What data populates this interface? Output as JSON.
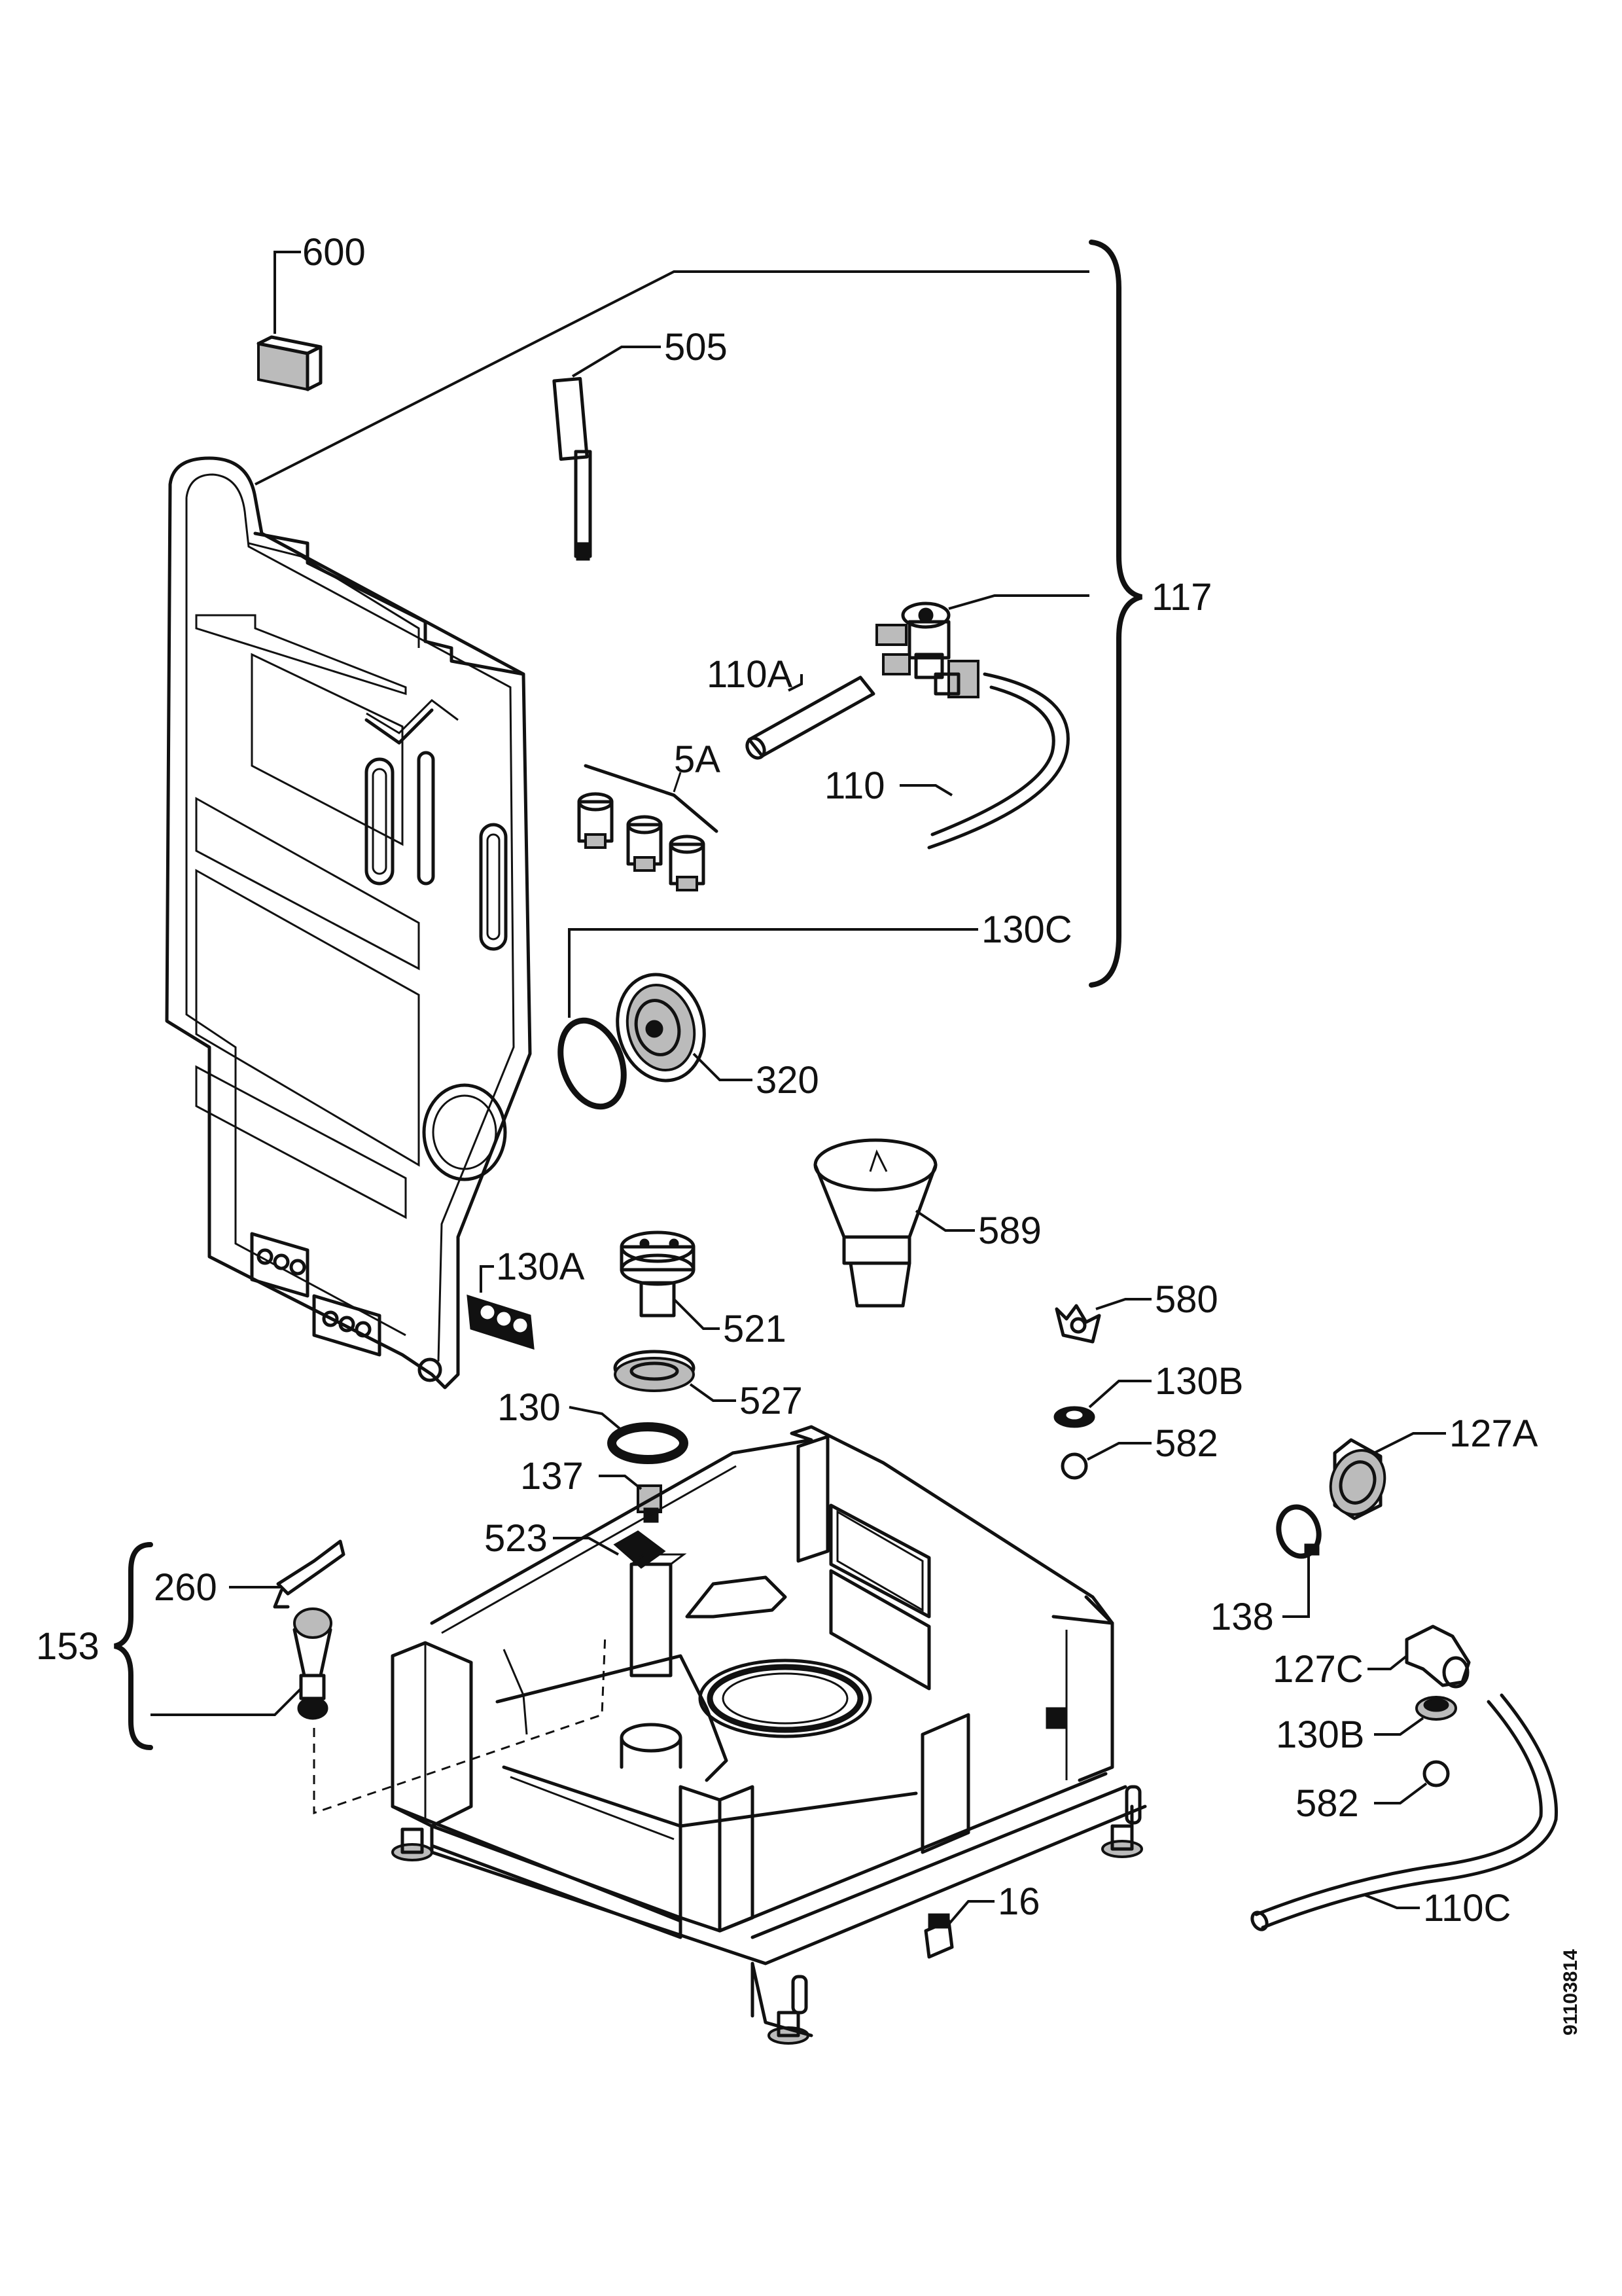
{
  "labels": {
    "l600": "600",
    "l505": "505",
    "l117": "117",
    "l110a": "110A",
    "l5a": "5A",
    "l110": "110",
    "l130c": "130C",
    "l320": "320",
    "l589": "589",
    "l130a": "130A",
    "l521": "521",
    "l580": "580",
    "l527": "527",
    "l130": "130",
    "l130b_top": "130B",
    "l582_top": "582",
    "l127a": "127A",
    "l137": "137",
    "l523": "523",
    "l138": "138",
    "l260": "260",
    "l153": "153",
    "l127c": "127C",
    "l130b_bottom": "130B",
    "l582_bottom": "582",
    "l16": "16",
    "l110c": "110C"
  },
  "document_number": "91103814"
}
